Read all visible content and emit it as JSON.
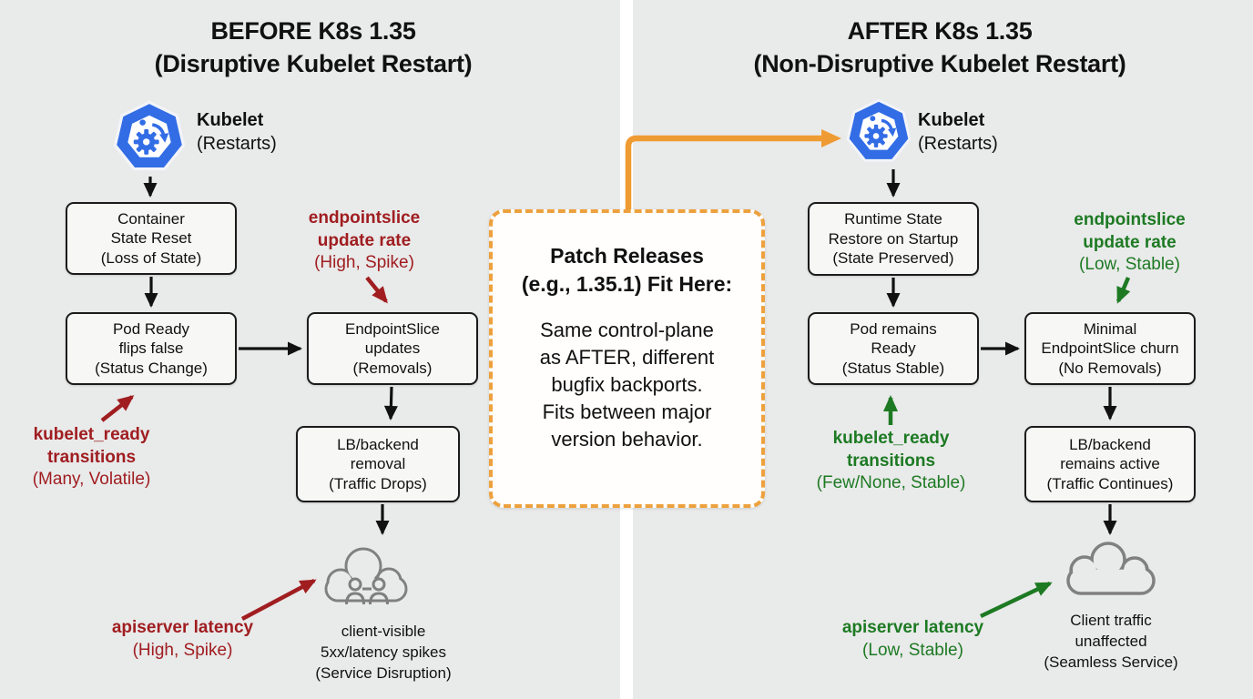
{
  "palette": {
    "background": "#e9eaea",
    "divider": "#ffffff",
    "node_fill": "#f7f7f6",
    "node_border": "#1b1b1b",
    "negative_red": "#a01d20",
    "positive_green": "#1d7a23",
    "accent_orange": "#ef9b33",
    "kubernetes_blue": "#326de6",
    "cloud_gray": "#808080"
  },
  "before": {
    "title_line1": "BEFORE K8s 1.35",
    "title_line2": "(Disruptive Kubelet Restart)",
    "kubelet": {
      "label": "Kubelet",
      "sub": "(Restarts)"
    },
    "boxes": [
      {
        "lines": [
          "Container",
          "State Reset",
          "(Loss of State)"
        ]
      },
      {
        "lines": [
          "Pod Ready",
          "flips false",
          "(Status Change)"
        ]
      },
      {
        "lines": [
          "EndpointSlice",
          "updates",
          "(Removals)"
        ]
      },
      {
        "lines": [
          "LB/backend",
          "removal",
          "(Traffic Drops)"
        ]
      }
    ],
    "metrics": [
      {
        "line1": "endpointslice",
        "line2": "update rate",
        "value": "(High, Spike)"
      },
      {
        "line1": "kubelet_ready",
        "line2": "transitions",
        "value": "(Many, Volatile)"
      },
      {
        "line1": "apiserver latency",
        "value": "(High, Spike)"
      }
    ],
    "cloud_caption": [
      "client-visible",
      "5xx/latency spikes",
      "(Service Disruption)"
    ]
  },
  "after": {
    "title_line1": "AFTER K8s 1.35",
    "title_line2": "(Non-Disruptive Kubelet Restart)",
    "kubelet": {
      "label": "Kubelet",
      "sub": "(Restarts)"
    },
    "boxes": [
      {
        "lines": [
          "Runtime State",
          "Restore on Startup",
          "(State Preserved)"
        ]
      },
      {
        "lines": [
          "Pod remains",
          "Ready",
          "(Status Stable)"
        ]
      },
      {
        "lines": [
          "Minimal",
          "EndpointSlice churn",
          "(No Removals)"
        ]
      },
      {
        "lines": [
          "LB/backend",
          "remains active",
          "(Traffic Continues)"
        ]
      }
    ],
    "metrics": [
      {
        "line1": "endpointslice",
        "line2": "update rate",
        "value": "(Low, Stable)"
      },
      {
        "line1": "kubelet_ready",
        "line2": "transitions",
        "value": "(Few/None, Stable)"
      },
      {
        "line1": "apiserver latency",
        "value": "(Low, Stable)"
      }
    ],
    "cloud_caption": [
      "Client traffic",
      "unaffected",
      "(Seamless Service)"
    ]
  },
  "center_note": {
    "title_line1": "Patch Releases",
    "title_line2": "(e.g., 1.35.1) Fit Here:",
    "body_lines": [
      "Same control-plane",
      "as AFTER, different",
      "bugfix backports.",
      "Fits between major",
      "version behavior."
    ]
  }
}
